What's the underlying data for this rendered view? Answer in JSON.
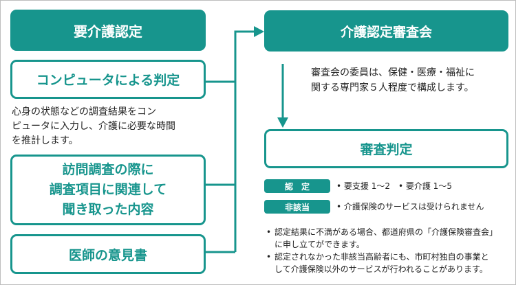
{
  "left": {
    "header": "要介護認定",
    "computer_box": "コンピュータによる判定",
    "computer_desc": [
      "心身の状態などの調査結果をコン",
      "ピュータに入力し、介護に必要な時間",
      "を推計します。"
    ],
    "survey_box": [
      "訪問調査の際に",
      "調査項目に関連して",
      "聞き取った内容"
    ],
    "doctor_box": "医師の意見書"
  },
  "right": {
    "committee_header": "介護認定審査会",
    "committee_desc": [
      "審査会の委員は、保健・医療・福祉に",
      "関する専門家５人程度で構成します。"
    ],
    "judgement_box": "審査判定",
    "results": [
      {
        "tag": "認　定",
        "text": "• 要支援 1〜2　• 要介護 1〜5"
      },
      {
        "tag": "非該当",
        "text": "• 介護保険のサービスは受けられません"
      }
    ],
    "notes": [
      {
        "bullet": "•",
        "lines": [
          "認定結果に不満がある場合、都道府県の「介護保険審査会」",
          "に申し立てができます。"
        ]
      },
      {
        "bullet": "•",
        "lines": [
          "認定されなかった非該当高齢者にも、市町村独自の事業と",
          "して介護保険以外のサービスが行われることがあります。"
        ]
      }
    ]
  },
  "colors": {
    "accent": "#17958d",
    "text": "#222222",
    "border": "#bdbdbd"
  }
}
